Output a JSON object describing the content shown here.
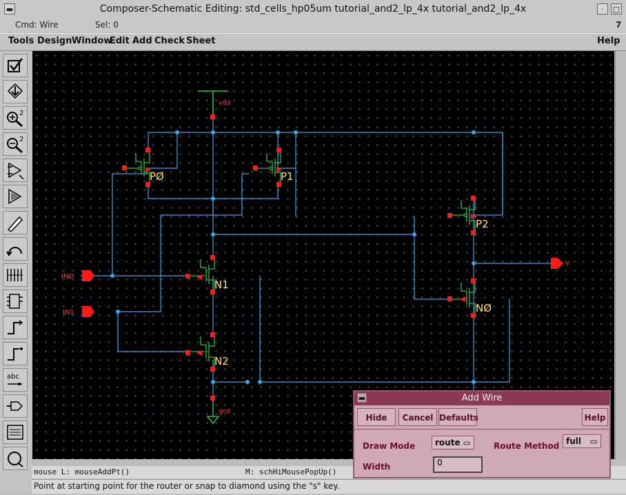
{
  "window": {
    "title": "Composer-Schematic Editing: std_cells_hp05um tutorial_and2_lp_4x tutorial_and2_lp_4x",
    "number": "7"
  },
  "cmdline": {
    "cmd": "Cmd: Wire",
    "sel": "Sel: 0"
  },
  "menu": [
    "Tools",
    "Design",
    "Window",
    "Edit",
    "Add",
    "Check",
    "Sheet"
  ],
  "menu_help": "Help",
  "schematic": {
    "vdd": "vdd",
    "gnd": "gnd",
    "pins": [
      "IN0",
      "IN1",
      "Y"
    ],
    "pin_labels": {
      "in0": "INØ",
      "in1": "IN1",
      "y": "Y"
    },
    "devices": {
      "p0": "PØ",
      "p1": "P1",
      "p2": "P2",
      "n0": "NØ",
      "n1": "N1",
      "n2": "N2"
    },
    "colors": {
      "wire": "#3aa7e8",
      "device": "#2bbf3a",
      "pin": "#ff1a1a",
      "label": "#ffe35a",
      "net_label": "#ff3030"
    }
  },
  "mouse": {
    "left": "mouse L: mouseAddPt()",
    "middle": "M: schHiMousePopUp()"
  },
  "status": "Point at starting point for the router or snap to diamond using the \"s\" key.",
  "dialog": {
    "title": "Add Wire",
    "buttons": {
      "hide": "Hide",
      "cancel": "Cancel",
      "defaults": "Defaults",
      "help": "Help"
    },
    "draw_mode_label": "Draw Mode",
    "draw_mode_value": "route",
    "route_method_label": "Route Method",
    "route_method_value": "full",
    "width_label": "Width",
    "width_value": "0"
  }
}
